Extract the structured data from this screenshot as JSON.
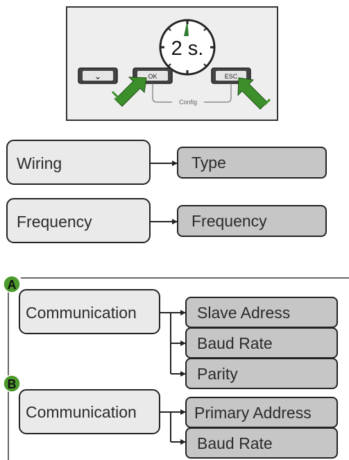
{
  "device_panel": {
    "timer_label": "2 s.",
    "buttons": {
      "down": "⌄",
      "ok": "OK",
      "esc": "ESC"
    },
    "bracket_label": "Config"
  },
  "menus": {
    "wiring": {
      "label": "Wiring",
      "child": "Type"
    },
    "frequency": {
      "label": "Frequency",
      "child": "Frequency"
    }
  },
  "variants": {
    "a": {
      "marker": "A",
      "label": "Communication",
      "children": [
        "Slave Adress",
        "Baud Rate",
        "Parity"
      ]
    },
    "b": {
      "marker": "B",
      "label": "Communication",
      "children": [
        "Primary Address",
        "Baud Rate"
      ]
    }
  },
  "colors": {
    "panel_fill": "#eeeeee",
    "parent_fill": "#eaeaea",
    "child_fill": "#c6c6c6",
    "marker_fill": "#4b9a2c",
    "arrow_green": "#3c8f2a",
    "timer_green": "#2e7d32",
    "button_fill": "#555555"
  }
}
